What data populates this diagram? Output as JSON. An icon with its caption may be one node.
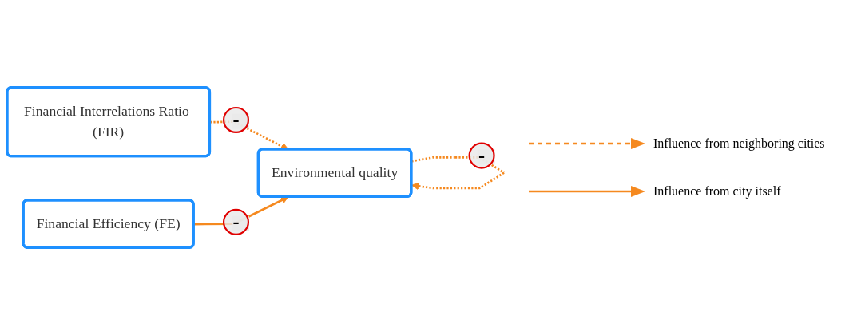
{
  "diagram": {
    "nodes": [
      {
        "text": [
          "Financial Interrelations Ratio (FIR)"
        ]
      },
      {
        "text": [
          "Financial Efficiency (FE)"
        ]
      },
      {
        "text": [
          "Environmental quality"
        ]
      }
    ],
    "edges": [
      {
        "from": 0,
        "to": 2,
        "arrow": "to",
        "label": "-",
        "style": "dashed"
      },
      {
        "from": 1,
        "to": 2,
        "arrow": "to",
        "label": "-"
      },
      {
        "from": 2,
        "to": 2,
        "arrow": "to",
        "label": "-",
        "style": "dashed"
      }
    ],
    "legend": [
      {
        "text": "Influence from neighboring cities"
      },
      {
        "text": "Influence from city itself"
      }
    ]
  }
}
